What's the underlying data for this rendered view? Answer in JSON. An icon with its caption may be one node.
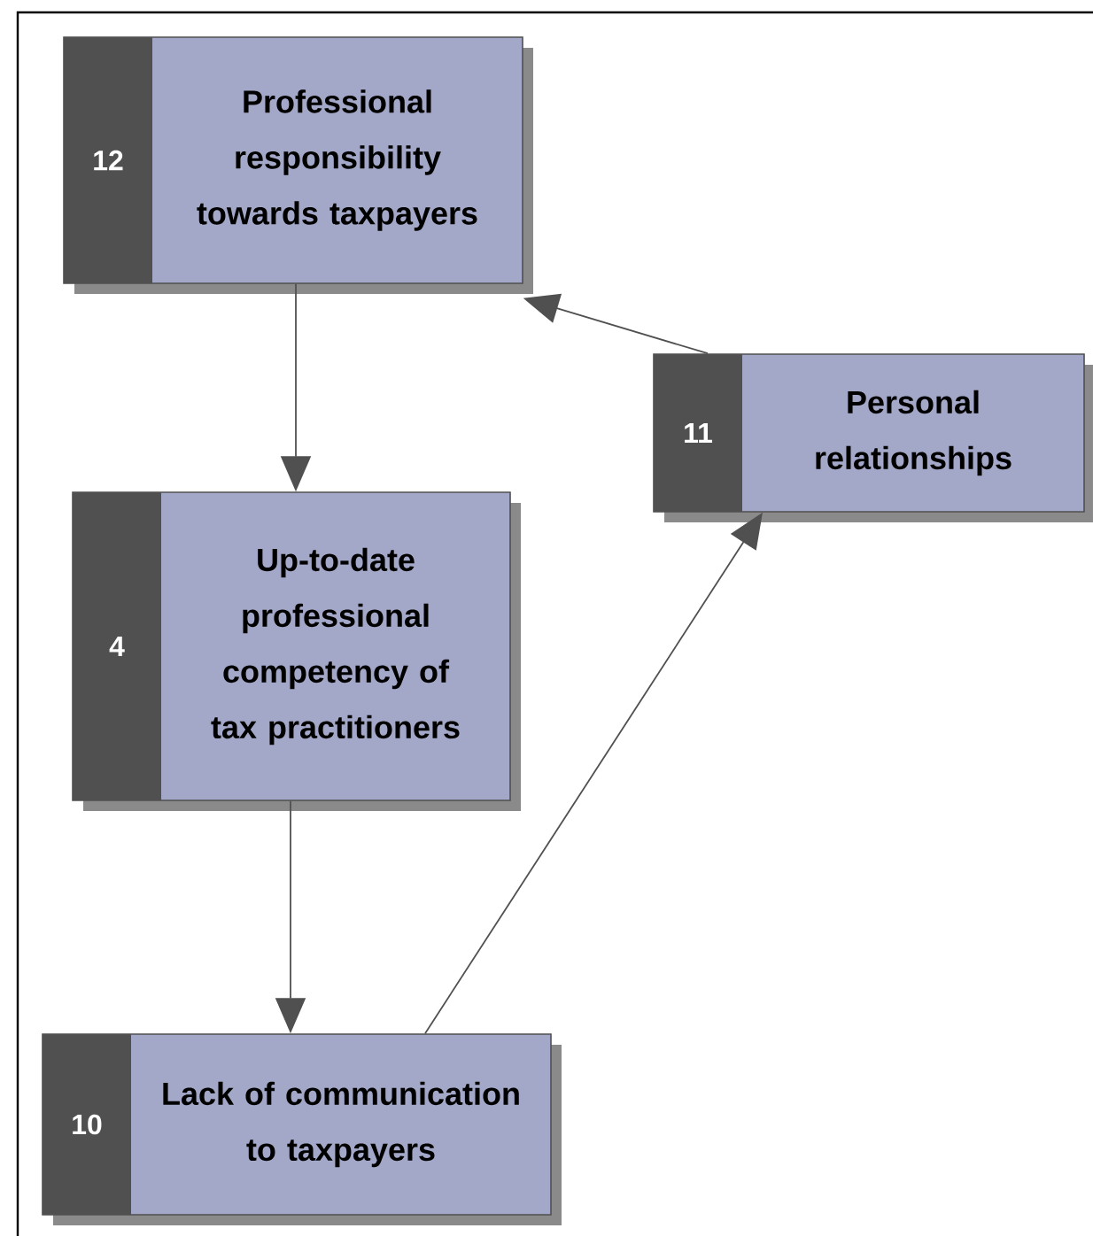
{
  "diagram": {
    "nodes": [
      {
        "text": [
          "12",
          "Professional responsibility towards taxpayers"
        ]
      },
      {
        "text": [
          "11",
          "Personal relationships"
        ]
      },
      {
        "text": [
          "4",
          "Up-to-date professional competency of tax practitioners"
        ]
      },
      {
        "text": [
          "10",
          "Lack of communication to taxpayers"
        ]
      }
    ],
    "edges": [
      {
        "from": 0,
        "to": 2,
        "arrow": "to"
      },
      {
        "from": 1,
        "to": 0,
        "arrow": "to"
      },
      {
        "from": 2,
        "to": 3,
        "arrow": "to"
      },
      {
        "from": 3,
        "to": 1,
        "arrow": "to"
      }
    ]
  }
}
